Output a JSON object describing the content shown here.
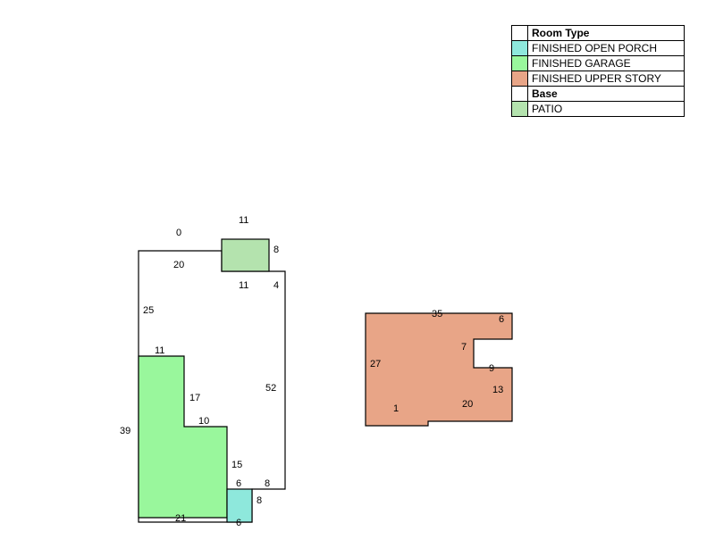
{
  "legend": {
    "header": "Room Type",
    "items": [
      {
        "label": "FINISHED OPEN PORCH",
        "color": "#8ee8dc"
      },
      {
        "label": "FINISHED GARAGE",
        "color": "#99f79c"
      },
      {
        "label": "FINISHED UPPER STORY",
        "color": "#e8a587"
      },
      {
        "label": "Base",
        "color": "#ffffff"
      },
      {
        "label": "PATIO",
        "color": "#b4e3ae"
      }
    ]
  },
  "dimensions": {
    "base": {
      "top_left": "0",
      "top_left_seg": "20",
      "left_upper": "25",
      "right": "52",
      "right_top": "4",
      "bottom_right": "8",
      "porch_left": "15",
      "porch_top": "6"
    },
    "patio": {
      "top": "11",
      "right": "8",
      "bottom": "11"
    },
    "garage": {
      "top": "11",
      "left": "39",
      "inner_vertical": "17",
      "inner_horizontal": "10",
      "bottom": "21"
    },
    "porch": {
      "right": "8",
      "bottom": "6"
    },
    "upper_story": {
      "top": "35",
      "top_right": "6",
      "notch_left": "7",
      "notch_bottom": "9",
      "right": "13",
      "left": "27",
      "bottom_right": "20",
      "step": "1"
    }
  }
}
